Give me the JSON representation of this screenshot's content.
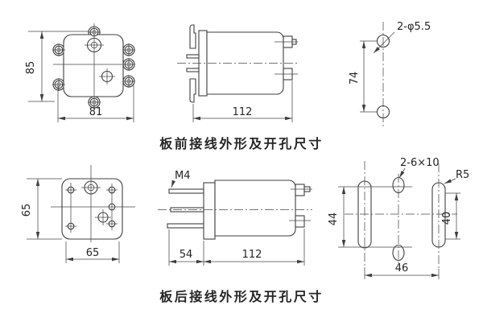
{
  "drawing": {
    "background": "#ffffff",
    "line_color": "#3f3f3f",
    "text_color": "#262626",
    "front_wiring": {
      "caption": "板前接线外形及开孔尺寸",
      "front_view": {
        "height_dim": "85",
        "width_dim": "81"
      },
      "side_view": {
        "length_dim": "112"
      },
      "drill_view": {
        "hole_callout": "2-φ5.5",
        "spacing_dim": "74"
      }
    },
    "rear_wiring": {
      "caption": "板后接线外形及开孔尺寸",
      "front_view": {
        "height_dim": "65",
        "width_dim": "65"
      },
      "side_view": {
        "thread_callout": "M4",
        "stud_dim": "54",
        "length_dim": "112"
      },
      "drill_view": {
        "slot_callout": "2-6×10",
        "radius_callout": "R5",
        "left_height_dim": "44",
        "right_height_dim": "40",
        "width_dim": "46"
      }
    }
  }
}
